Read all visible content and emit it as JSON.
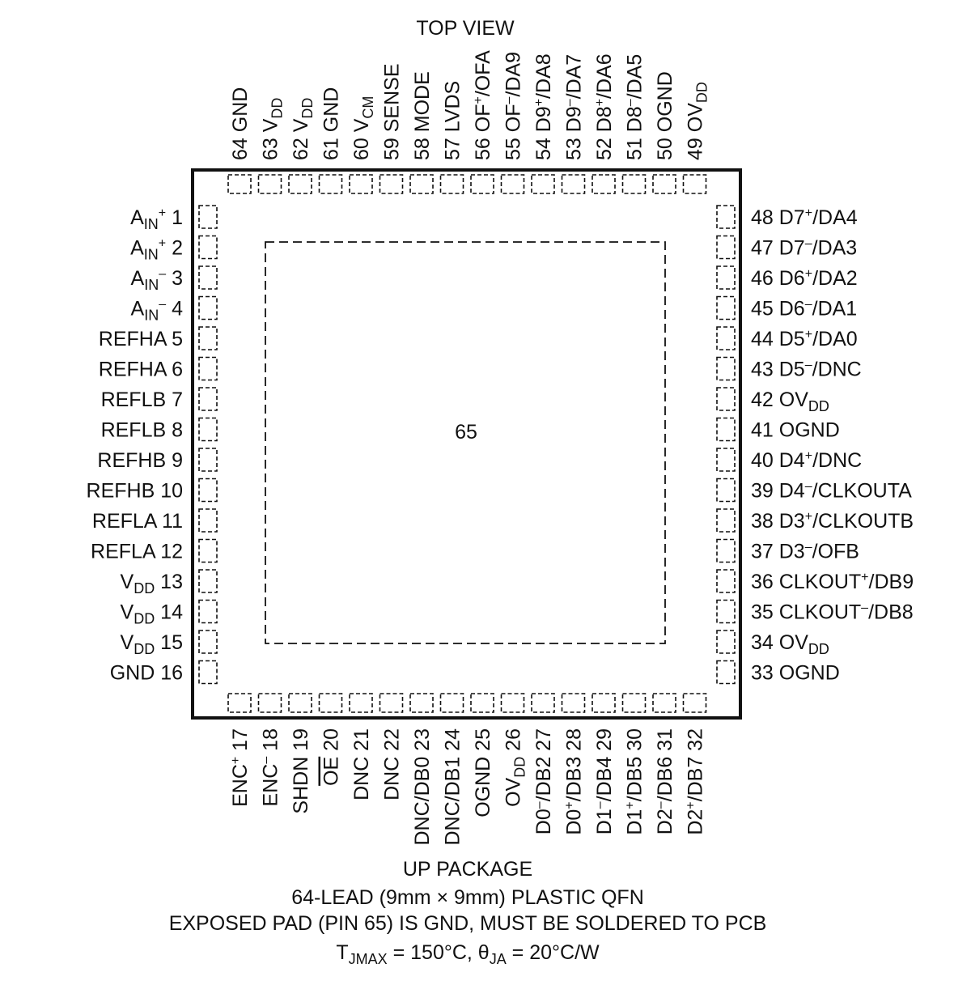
{
  "header": {
    "title": "TOP VIEW"
  },
  "footer": {
    "package": "UP PACKAGE",
    "lead": "64-LEAD (9mm × 9mm) PLASTIC QFN",
    "exposed_pad": "EXPOSED PAD (PIN 65) IS GND, MUST BE SOLDERED TO PCB",
    "thermal": [
      {
        "t": "T"
      },
      {
        "t": "JMAX",
        "s": "sub"
      },
      {
        "t": " = 150°C, θ"
      },
      {
        "t": "JA",
        "s": "sub"
      },
      {
        "t": " = 20°C/W"
      }
    ]
  },
  "center_label": "65",
  "pins": {
    "left": [
      [
        {
          "t": "A"
        },
        {
          "t": "IN",
          "s": "sub"
        },
        {
          "t": "+",
          "s": "sup"
        },
        {
          "t": " 1"
        }
      ],
      [
        {
          "t": "A"
        },
        {
          "t": "IN",
          "s": "sub"
        },
        {
          "t": "+",
          "s": "sup"
        },
        {
          "t": " 2"
        }
      ],
      [
        {
          "t": "A"
        },
        {
          "t": "IN",
          "s": "sub"
        },
        {
          "t": "–",
          "s": "sup"
        },
        {
          "t": " 3"
        }
      ],
      [
        {
          "t": "A"
        },
        {
          "t": "IN",
          "s": "sub"
        },
        {
          "t": "–",
          "s": "sup"
        },
        {
          "t": " 4"
        }
      ],
      [
        {
          "t": "REFHA 5"
        }
      ],
      [
        {
          "t": "REFHA 6"
        }
      ],
      [
        {
          "t": "REFLB 7"
        }
      ],
      [
        {
          "t": "REFLB 8"
        }
      ],
      [
        {
          "t": "REFHB 9"
        }
      ],
      [
        {
          "t": "REFHB 10"
        }
      ],
      [
        {
          "t": "REFLA 11"
        }
      ],
      [
        {
          "t": "REFLA 12"
        }
      ],
      [
        {
          "t": "V"
        },
        {
          "t": "DD",
          "s": "sub"
        },
        {
          "t": " 13"
        }
      ],
      [
        {
          "t": "V"
        },
        {
          "t": "DD",
          "s": "sub"
        },
        {
          "t": " 14"
        }
      ],
      [
        {
          "t": "V"
        },
        {
          "t": "DD",
          "s": "sub"
        },
        {
          "t": " 15"
        }
      ],
      [
        {
          "t": "GND 16"
        }
      ]
    ],
    "right": [
      [
        {
          "t": "48 D7"
        },
        {
          "t": "+",
          "s": "sup"
        },
        {
          "t": "/DA4"
        }
      ],
      [
        {
          "t": "47 D7"
        },
        {
          "t": "–",
          "s": "sup"
        },
        {
          "t": "/DA3"
        }
      ],
      [
        {
          "t": "46 D6"
        },
        {
          "t": "+",
          "s": "sup"
        },
        {
          "t": "/DA2"
        }
      ],
      [
        {
          "t": "45 D6"
        },
        {
          "t": "–",
          "s": "sup"
        },
        {
          "t": "/DA1"
        }
      ],
      [
        {
          "t": "44 D5"
        },
        {
          "t": "+",
          "s": "sup"
        },
        {
          "t": "/DA0"
        }
      ],
      [
        {
          "t": "43 D5"
        },
        {
          "t": "–",
          "s": "sup"
        },
        {
          "t": "/DNC"
        }
      ],
      [
        {
          "t": "42 OV"
        },
        {
          "t": "DD",
          "s": "sub"
        }
      ],
      [
        {
          "t": "41 OGND"
        }
      ],
      [
        {
          "t": "40 D4"
        },
        {
          "t": "+",
          "s": "sup"
        },
        {
          "t": "/DNC"
        }
      ],
      [
        {
          "t": "39 D4"
        },
        {
          "t": "–",
          "s": "sup"
        },
        {
          "t": "/CLKOUTA"
        }
      ],
      [
        {
          "t": "38 D3"
        },
        {
          "t": "+",
          "s": "sup"
        },
        {
          "t": "/CLKOUTB"
        }
      ],
      [
        {
          "t": "37 D3"
        },
        {
          "t": "–",
          "s": "sup"
        },
        {
          "t": "/OFB"
        }
      ],
      [
        {
          "t": "36 CLKOUT"
        },
        {
          "t": "+",
          "s": "sup"
        },
        {
          "t": "/DB9"
        }
      ],
      [
        {
          "t": "35 CLKOUT"
        },
        {
          "t": "–",
          "s": "sup"
        },
        {
          "t": "/DB8"
        }
      ],
      [
        {
          "t": "34 OV"
        },
        {
          "t": "DD",
          "s": "sub"
        }
      ],
      [
        {
          "t": "33 OGND"
        }
      ]
    ],
    "top": [
      [
        {
          "t": "64 GND"
        }
      ],
      [
        {
          "t": "63 V"
        },
        {
          "t": "DD",
          "s": "sub"
        }
      ],
      [
        {
          "t": "62 V"
        },
        {
          "t": "DD",
          "s": "sub"
        }
      ],
      [
        {
          "t": "61 GND"
        }
      ],
      [
        {
          "t": "60 V"
        },
        {
          "t": "CM",
          "s": "sub"
        }
      ],
      [
        {
          "t": "59 SENSE"
        }
      ],
      [
        {
          "t": "58 MODE"
        }
      ],
      [
        {
          "t": "57 LVDS"
        }
      ],
      [
        {
          "t": "56 OF"
        },
        {
          "t": "+",
          "s": "sup"
        },
        {
          "t": "/OFA"
        }
      ],
      [
        {
          "t": "55 OF"
        },
        {
          "t": "–",
          "s": "sup"
        },
        {
          "t": "/DA9"
        }
      ],
      [
        {
          "t": "54 D9"
        },
        {
          "t": "+",
          "s": "sup"
        },
        {
          "t": "/DA8"
        }
      ],
      [
        {
          "t": "53 D9"
        },
        {
          "t": "–",
          "s": "sup"
        },
        {
          "t": "/DA7"
        }
      ],
      [
        {
          "t": "52 D8"
        },
        {
          "t": "+",
          "s": "sup"
        },
        {
          "t": "/DA6"
        }
      ],
      [
        {
          "t": "51 D8"
        },
        {
          "t": "–",
          "s": "sup"
        },
        {
          "t": "/DA5"
        }
      ],
      [
        {
          "t": "50 OGND"
        }
      ],
      [
        {
          "t": "49 OV"
        },
        {
          "t": "DD",
          "s": "sub"
        }
      ]
    ],
    "bottom": [
      [
        {
          "t": "ENC"
        },
        {
          "t": "+",
          "s": "sup"
        },
        {
          "t": " 17"
        }
      ],
      [
        {
          "t": "ENC"
        },
        {
          "t": "–",
          "s": "sup"
        },
        {
          "t": " 18"
        }
      ],
      [
        {
          "t": "SHDN 19"
        }
      ],
      [
        {
          "t": "OE",
          "s": "over"
        },
        {
          "t": " 20"
        }
      ],
      [
        {
          "t": "DNC 21"
        }
      ],
      [
        {
          "t": "DNC 22"
        }
      ],
      [
        {
          "t": "DNC/DB0 23"
        }
      ],
      [
        {
          "t": "DNC/DB1 24"
        }
      ],
      [
        {
          "t": "OGND 25"
        }
      ],
      [
        {
          "t": "OV"
        },
        {
          "t": "DD",
          "s": "sub"
        },
        {
          "t": " 26"
        }
      ],
      [
        {
          "t": "D0"
        },
        {
          "t": "–",
          "s": "sup"
        },
        {
          "t": "/DB2 27"
        }
      ],
      [
        {
          "t": "D0"
        },
        {
          "t": "+",
          "s": "sup"
        },
        {
          "t": "/DB3 28"
        }
      ],
      [
        {
          "t": "D1"
        },
        {
          "t": "–",
          "s": "sup"
        },
        {
          "t": "/DB4 29"
        }
      ],
      [
        {
          "t": "D1"
        },
        {
          "t": "+",
          "s": "sup"
        },
        {
          "t": "/DB5 30"
        }
      ],
      [
        {
          "t": "D2"
        },
        {
          "t": "–",
          "s": "sup"
        },
        {
          "t": "/DB6 31"
        }
      ],
      [
        {
          "t": "D2"
        },
        {
          "t": "+",
          "s": "sup"
        },
        {
          "t": "/DB7 32"
        }
      ]
    ]
  }
}
